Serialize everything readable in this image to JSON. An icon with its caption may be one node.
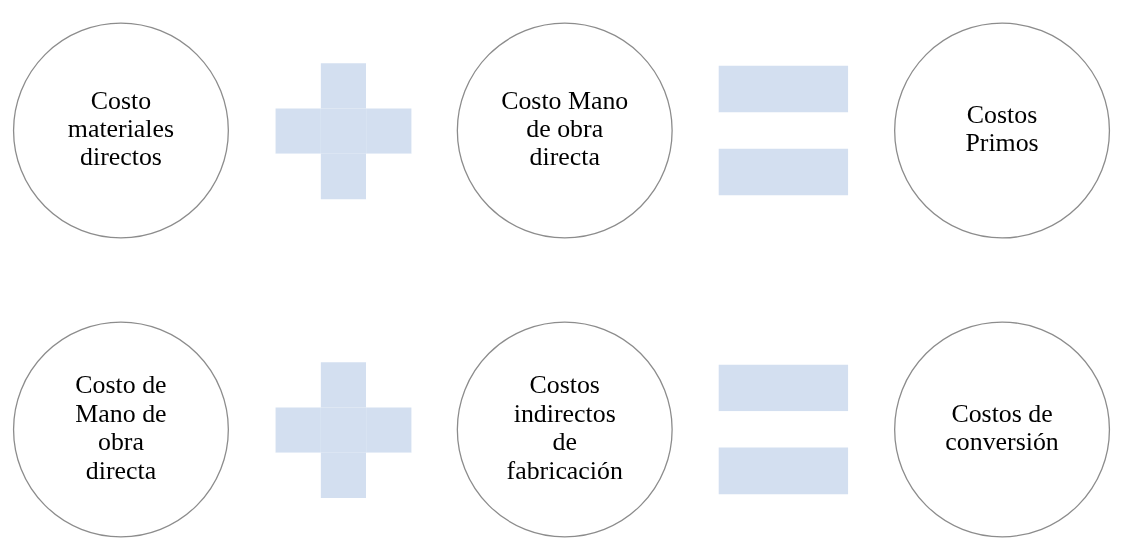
{
  "diagram": {
    "nodes": [
      {
        "text": [
          "Costo materiales directos"
        ]
      },
      {
        "text": [],
        "shape": "plus"
      },
      {
        "text": [
          "Costo Mano de obra directa"
        ]
      },
      {
        "text": [],
        "shape": "equals"
      },
      {
        "text": [
          "Costos Primos"
        ]
      },
      {
        "text": [
          "Costo de Mano de obra directa"
        ]
      },
      {
        "text": [],
        "shape": "plus"
      },
      {
        "text": [
          "Costos indirectos de fabricación"
        ]
      },
      {
        "text": [],
        "shape": "equals"
      },
      {
        "text": [
          "Costos de conversión"
        ]
      }
    ]
  }
}
